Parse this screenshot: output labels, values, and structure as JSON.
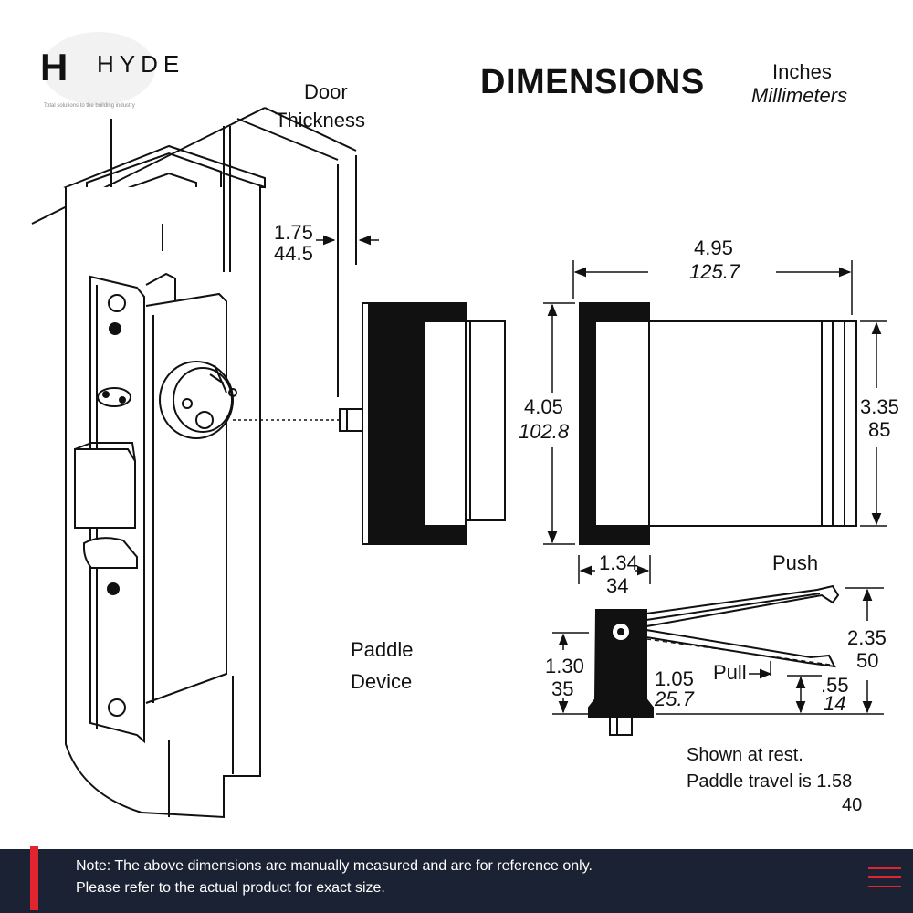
{
  "brand": {
    "logo_letter": "H",
    "name": "HYDE",
    "tagline": "Total solutions to the building industry"
  },
  "title": "DIMENSIONS",
  "units": {
    "primary": "Inches",
    "secondary": "Millimeters"
  },
  "labels": {
    "door_line1": "Door",
    "door_line2": "Thickness",
    "paddle_line1": "Paddle",
    "paddle_line2": "Device",
    "push": "Push",
    "pull": "Pull",
    "note_line1": "Shown at rest.",
    "note_line2": "Paddle travel is 1.58",
    "note_line3": "40"
  },
  "dimensions": {
    "door_thickness": {
      "in": "1.75",
      "mm": "44.5"
    },
    "width": {
      "in": "4.95",
      "mm": "125.7"
    },
    "height": {
      "in": "4.05",
      "mm": "102.8"
    },
    "inner_height": {
      "in": "3.35",
      "mm": "85"
    },
    "base_width": {
      "in": "1.34",
      "mm": "34"
    },
    "pivot_height": {
      "in": "1.30",
      "mm": "35"
    },
    "pivot_offset": {
      "in": "1.05",
      "mm": "25.7"
    },
    "push_height": {
      "in": "2.35",
      "mm": "50"
    },
    "pull_height": {
      "in": ".55",
      "mm": "14"
    }
  },
  "footer": {
    "line1": "Note: The above dimensions are manually measured and are for reference only.",
    "line2": "Please refer to the actual product for exact size."
  },
  "colors": {
    "footer_bg": "#1b2233",
    "accent": "#e1242e"
  }
}
